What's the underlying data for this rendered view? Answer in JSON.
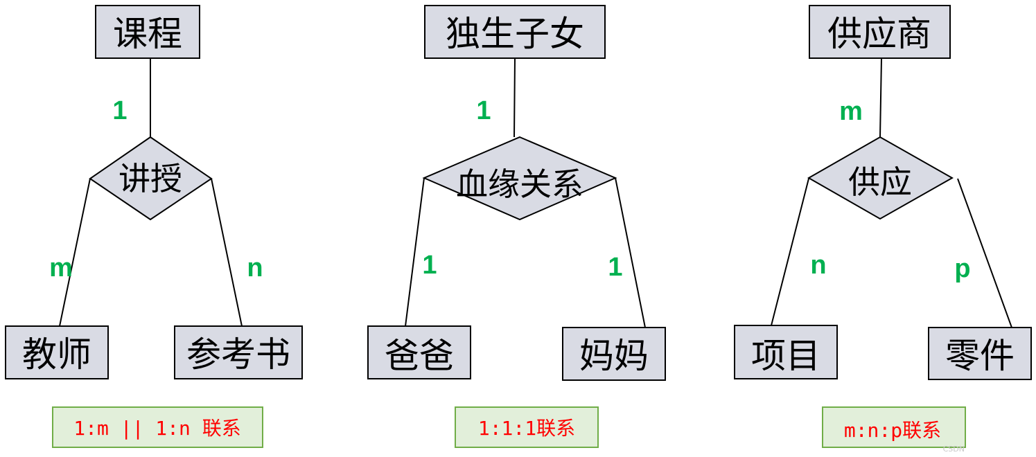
{
  "diagrams": [
    {
      "top": "课程",
      "relation": "讲授",
      "left": "教师",
      "right": "参考书",
      "card_top": "1",
      "card_left": "m",
      "card_right": "n",
      "caption": "1:m || 1:n 联系"
    },
    {
      "top": "独生子女",
      "relation": "血缘关系",
      "left": "爸爸",
      "right": "妈妈",
      "card_top": "1",
      "card_left": "1",
      "card_right": "1",
      "caption": "1:1:1联系"
    },
    {
      "top": "供应商",
      "relation": "供应",
      "left": "项目",
      "right": "零件",
      "card_top": "m",
      "card_left": "n",
      "card_right": "p",
      "caption": "m:n:p联系"
    }
  ],
  "watermark": "CSDN",
  "colors": {
    "shape_fill": "#d9dbe4",
    "cardinality": "#00b050",
    "caption_text": "#ff0000",
    "caption_fill": "#e2efda",
    "caption_border": "#70ad47"
  }
}
